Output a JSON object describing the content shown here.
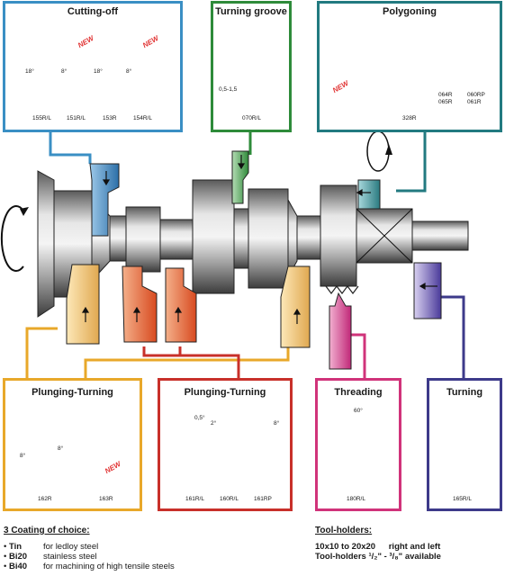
{
  "panels": {
    "cutting_off": {
      "title": "Cutting-off",
      "color": "#3a8fc4",
      "codes": [
        "155R/L",
        "151R/L",
        "153R",
        "154R/L"
      ],
      "angles": [
        "18°",
        "8°",
        "18°",
        "8°"
      ],
      "new_labels": [
        "NEW",
        "NEW"
      ]
    },
    "turning_groove": {
      "title": "Turning groove",
      "color": "#2e8b3a",
      "code": "070R/L",
      "dimension": "0,5-1,5"
    },
    "polygoning": {
      "title": "Polygoning",
      "color": "#227a80",
      "codes": [
        "328R",
        "064R",
        "065R",
        "060RP",
        "061R"
      ],
      "new_label": "NEW"
    },
    "plunging_turning_left": {
      "title": "Plunging-Turning",
      "color": "#e8a82a",
      "codes": [
        "162R",
        "163R"
      ],
      "angles": [
        "8°",
        "8°"
      ],
      "new_label": "NEW"
    },
    "plunging_turning_mid": {
      "title": "Plunging-Turning",
      "color": "#c8302a",
      "codes": [
        "161R/L",
        "160R/L",
        "161RP"
      ],
      "angles": [
        "0,5°",
        "2°",
        "8°"
      ]
    },
    "threading": {
      "title": "Threading",
      "color": "#d0337a",
      "code": "180R/L",
      "angle": "60°"
    },
    "turning": {
      "title": "Turning",
      "color": "#3d3a8a",
      "code": "165R/L"
    }
  },
  "coatings": {
    "heading": "3 Coating of choice:",
    "items": [
      {
        "name": "Tin",
        "desc": "for ledloy steel"
      },
      {
        "name": "Bi20",
        "desc": "stainless steel"
      },
      {
        "name": "Bi40",
        "desc": "for machining of high tensile steels"
      }
    ]
  },
  "toolholders": {
    "heading": "Tool-holders:",
    "line1_size": "10x10 to 20x20",
    "line1_side": "right and left",
    "line2": "Tool-holders ¹/₂\" - ³/₈\" available"
  },
  "colors": {
    "steel_dark": "#4a4a4a",
    "steel_light": "#d8d8d8",
    "background": "#ffffff"
  }
}
